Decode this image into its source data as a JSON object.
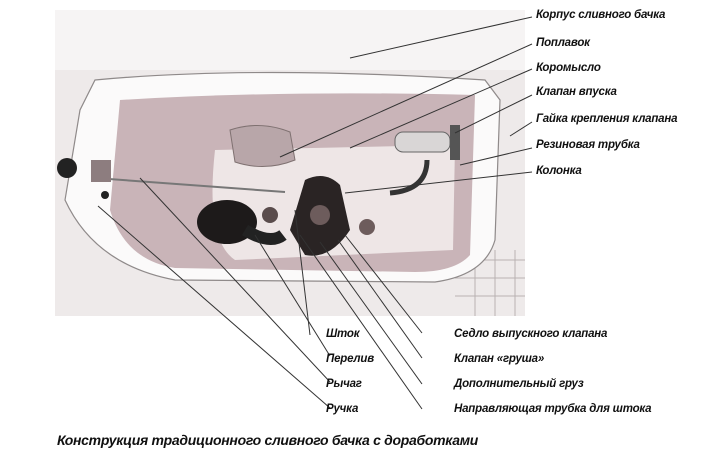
{
  "figure": {
    "caption": "Конструкция традиционного сливного бачка с доработками",
    "colors": {
      "water": "#c9b4b8",
      "tank": "#f4f1f0",
      "text": "#111111",
      "line": "#333333"
    }
  },
  "labels_right": [
    {
      "id": "tank-body",
      "text": "Корпус сливного бачка"
    },
    {
      "id": "float",
      "text": "Поплавок"
    },
    {
      "id": "rocker-arm",
      "text": "Коромысло"
    },
    {
      "id": "inlet-valve",
      "text": "Клапан впуска"
    },
    {
      "id": "valve-nut",
      "text": "Гайка крепления клапана"
    },
    {
      "id": "rubber-tube",
      "text": "Резиновая трубка"
    },
    {
      "id": "column",
      "text": "Колонка"
    }
  ],
  "labels_bottom_left": [
    {
      "id": "rod",
      "text": "Шток"
    },
    {
      "id": "overflow",
      "text": "Перелив"
    },
    {
      "id": "lever",
      "text": "Рычаг"
    },
    {
      "id": "handle",
      "text": "Ручка"
    }
  ],
  "labels_bottom_right": [
    {
      "id": "valve-seat",
      "text": "Седло выпускного клапана"
    },
    {
      "id": "pear-valve",
      "text": "Клапан «груша»"
    },
    {
      "id": "extra-weight",
      "text": "Дополнительный груз"
    },
    {
      "id": "guide-tube",
      "text": "Направляющая трубка для штока"
    }
  ]
}
